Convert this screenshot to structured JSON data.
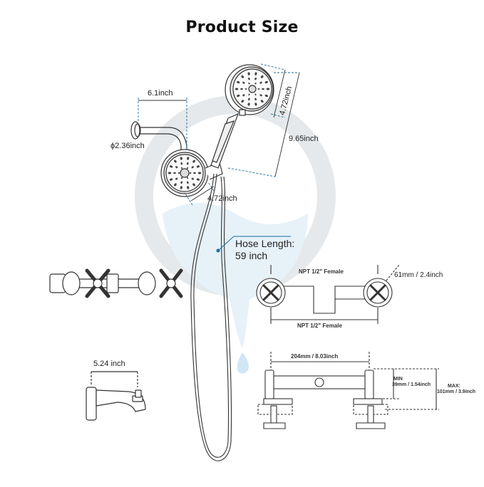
{
  "title": "Product Size",
  "labels": {
    "arm_length": "6.1inch",
    "flange_diameter": "ϕ2.36inch",
    "handheld_diameter": "4.72inch",
    "handheld_length": "9.65inch",
    "fixed_head_diameter": "4.72inch",
    "hose_length_line1": "Hose Length:",
    "hose_length_line2": "59 inch",
    "npt_top": "NPT 1/2\" Female",
    "npt_bottom": "NPT 1/2\" Female",
    "handle_size": "61mm / 2.4inch",
    "spout_length": "5.24 inch",
    "center_distance": "204mm / 8.03inch",
    "min_label": "MIN",
    "min_value": "39mm / 1.54inch",
    "max_label": "MAX:",
    "max_value": "101mm / 3.9inch"
  },
  "colors": {
    "line": "#333333",
    "dimension": "#1a6e9c",
    "watermark_ring": "#e4e8ea",
    "watermark_drop": "#e6f1f8"
  }
}
